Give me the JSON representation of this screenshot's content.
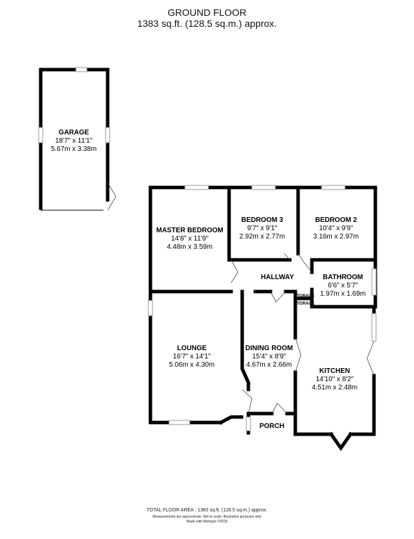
{
  "header": {
    "title": "GROUND FLOOR",
    "area": "1383 sq.ft. (128.5 sq.m.) approx."
  },
  "rooms": {
    "garage": {
      "name": "GARAGE",
      "imperial": "18'7\" x 11'1\"",
      "metric": "5.67m x 3.38m"
    },
    "master_bedroom": {
      "name": "MASTER BEDROOM",
      "imperial": "14'8\" x 11'9\"",
      "metric": "4.48m x 3.59m"
    },
    "bedroom3": {
      "name": "BEDROOM 3",
      "imperial": "9'7\" x 9'1\"",
      "metric": "2.92m x 2.77m"
    },
    "bedroom2": {
      "name": "BEDROOM 2",
      "imperial": "10'4\" x 9'9\"",
      "metric": "3.16m x 2.97m"
    },
    "hallway": {
      "name": "HALLWAY"
    },
    "bathroom": {
      "name": "BATHROOM",
      "imperial": "6'6\" x 5'7\"",
      "metric": "1.97m x 1.69m"
    },
    "storage1": {
      "name": "STORAGE"
    },
    "storage2": {
      "name": "STORAGE"
    },
    "lounge": {
      "name": "LOUNGE",
      "imperial": "16'7\" x 14'1\"",
      "metric": "5.06m x 4.30m"
    },
    "dining": {
      "name": "DINING ROOM",
      "imperial": "15'4\" x 8'9\"",
      "metric": "4.67m x 2.66m"
    },
    "kitchen": {
      "name": "KITCHEN",
      "imperial": "14'10\" x 8'2\"",
      "metric": "4.51m x 2.48m"
    },
    "porch": {
      "name": "PORCH"
    }
  },
  "footer": {
    "total": "TOTAL FLOOR AREA : 1383 sq.ft. (128.5 sq.m.) approx.",
    "disclaimer": "Measurements are approximate. Not to scale. Illustrative purposes only",
    "credit": "Made with Metropix ©2025"
  }
}
